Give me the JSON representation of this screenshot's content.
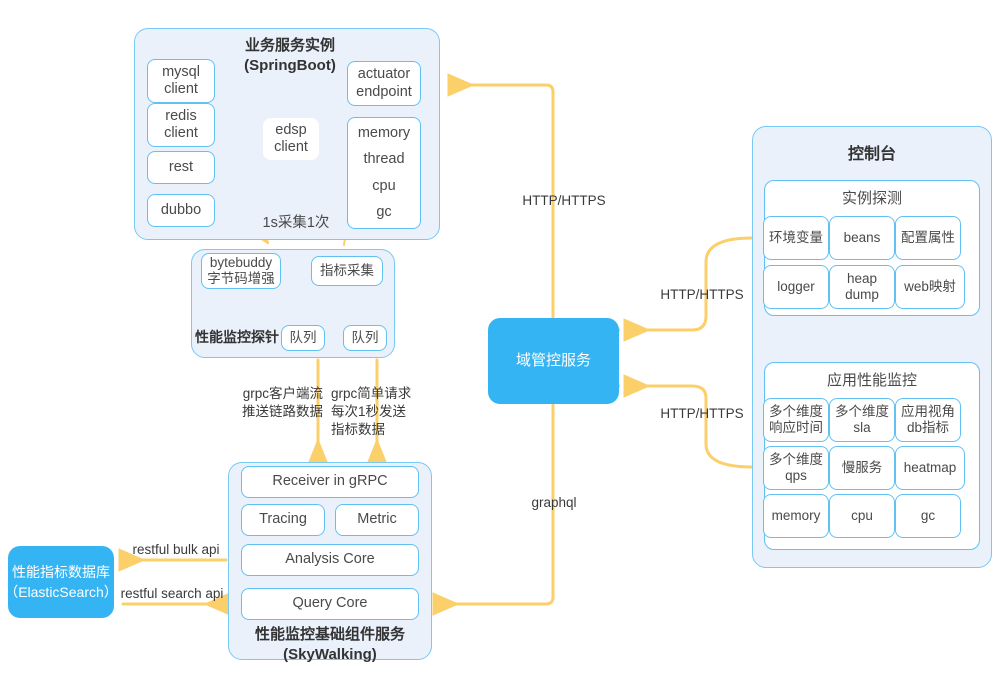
{
  "diagram": {
    "title": "APM architecture diagram",
    "colors": {
      "accent_blue": "#35b4f3",
      "panel_fill": "#eaf1fb",
      "panel_border": "#78c9f4",
      "node_border": "#61c1f2",
      "connector_yellow": "#fbcf6a",
      "text": "#3c3c3c"
    }
  },
  "springboot": {
    "title_line1": "业务服务实例",
    "title_line2": "(SpringBoot)",
    "left_nodes": [
      {
        "label": "mysql\nclient"
      },
      {
        "label": "redis\nclient"
      },
      {
        "label": "rest"
      },
      {
        "label": "dubbo"
      }
    ],
    "center_node": {
      "label": "edsp\nclient"
    },
    "sample_note": "1s采集1次",
    "right_nodes": [
      {
        "label": "actuator\nendpoint"
      },
      {
        "label": "memory\n\nthread\n\ncpu\n\ngc"
      }
    ],
    "jvm_items": [
      "memory",
      "thread",
      "cpu",
      "gc"
    ]
  },
  "probe": {
    "title": "性能监控探针",
    "top_nodes": [
      {
        "label": "bytebuddy\n字节码增强"
      },
      {
        "label": "指标采集"
      }
    ],
    "queue_nodes": [
      {
        "label": "队列"
      },
      {
        "label": "队列"
      }
    ]
  },
  "skywalking": {
    "title_line1": "性能监控基础组件服务",
    "title_line2": "(SkyWalking)",
    "rows": [
      {
        "type": "full",
        "label": "Receiver in gRPC"
      },
      {
        "type": "split",
        "left": "Tracing",
        "right": "Metric"
      },
      {
        "type": "full",
        "label": "Analysis Core"
      },
      {
        "type": "full",
        "label": "Query Core"
      }
    ]
  },
  "domain_service": {
    "label": "域管控服务"
  },
  "elasticsearch": {
    "line1": "性能指标数据库",
    "line2": "（ElasticSearch）"
  },
  "console": {
    "title": "控制台",
    "sections": [
      {
        "title": "实例探测",
        "items": [
          "环境变量",
          "beans",
          "配置属性",
          "logger",
          "heap\ndump",
          "web映射"
        ]
      },
      {
        "title": "应用性能监控",
        "items": [
          "多个维度\n响应时间",
          "多个维度\nsla",
          "应用视角\ndb指标",
          "多个维度\nqps",
          "慢服务",
          "heatmap",
          "memory",
          "cpu",
          "gc"
        ]
      }
    ]
  },
  "edges": [
    {
      "id": "http-to-springboot",
      "label": "HTTP/HTTPS"
    },
    {
      "id": "console-instance-probe",
      "label": "HTTP/HTTPS"
    },
    {
      "id": "console-apm",
      "label": "HTTP/HTTPS"
    },
    {
      "id": "grpc-stream",
      "label": "grpc客户端流\n推送链路数据"
    },
    {
      "id": "grpc-simple",
      "label": "grpc简单请求\n每次1秒发送\n指标数据"
    },
    {
      "id": "graphql",
      "label": "graphql"
    },
    {
      "id": "es-bulk",
      "label": "restful bulk api"
    },
    {
      "id": "es-search",
      "label": "restful search api"
    }
  ]
}
